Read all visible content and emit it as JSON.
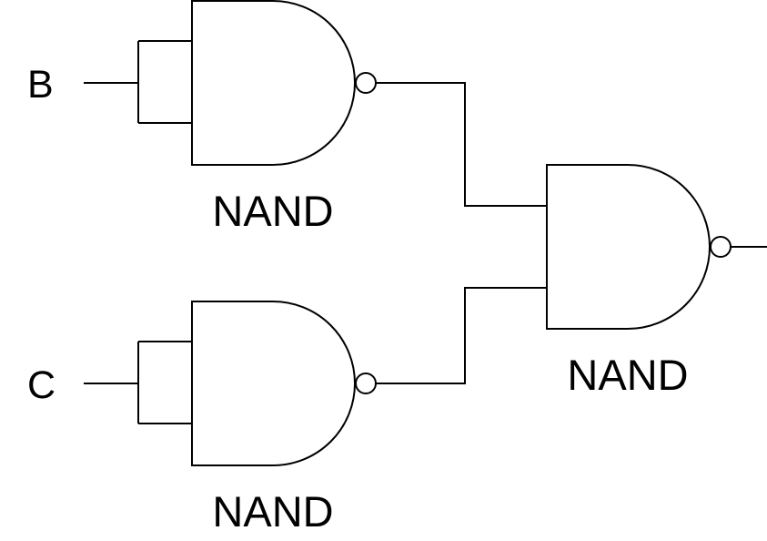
{
  "inputs": [
    {
      "id": "input_b",
      "label": "B"
    },
    {
      "id": "input_c",
      "label": "C"
    }
  ],
  "gates": [
    {
      "id": "gate1",
      "type": "NAND",
      "label": "NAND",
      "inputs": [
        "B",
        "B"
      ]
    },
    {
      "id": "gate2",
      "type": "NAND",
      "label": "NAND",
      "inputs": [
        "C",
        "C"
      ]
    },
    {
      "id": "gate3",
      "type": "NAND",
      "label": "NAND",
      "inputs": [
        "gate1",
        "gate2"
      ]
    }
  ],
  "colors": {
    "stroke": "#000000",
    "background": "#ffffff"
  }
}
